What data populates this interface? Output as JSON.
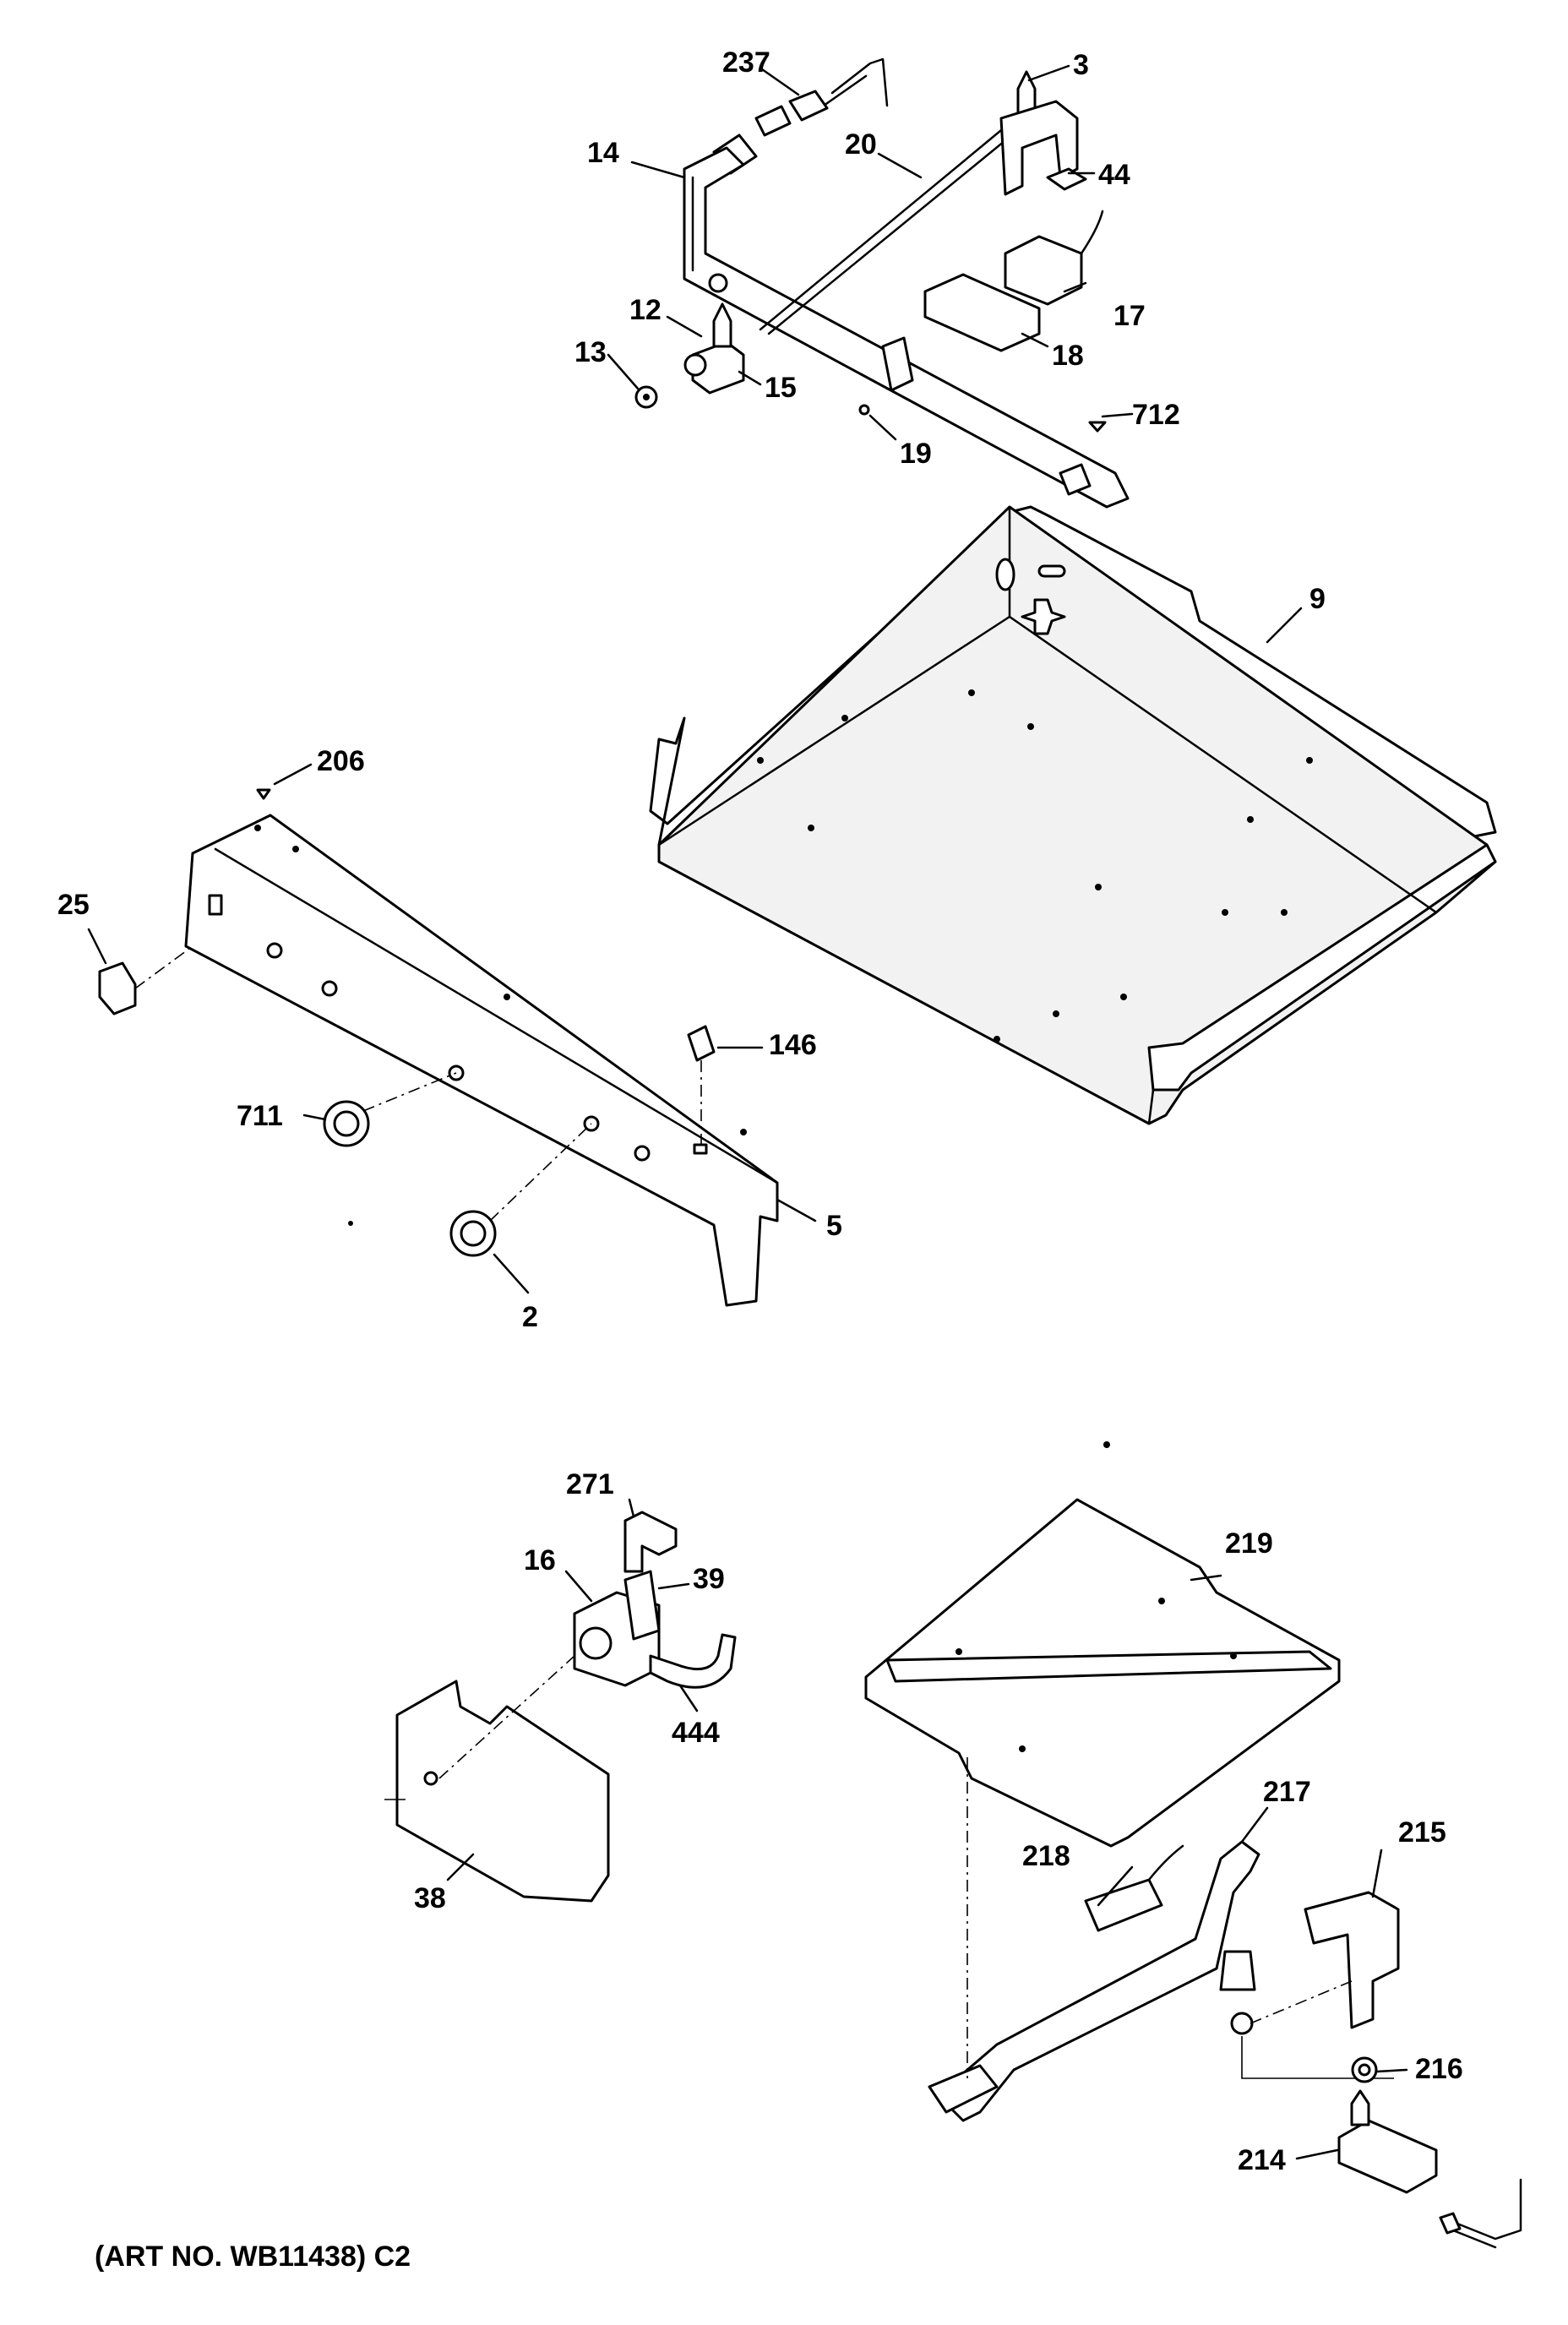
{
  "caption": "(ART NO. WB11438) C2",
  "callouts": {
    "c237": "237",
    "c3": "3",
    "c14": "14",
    "c20": "20",
    "c44": "44",
    "c17": "17",
    "c12": "12",
    "c13": "13",
    "c15": "15",
    "c18": "18",
    "c19": "19",
    "c712": "712",
    "c9": "9",
    "c206": "206",
    "c25": "25",
    "c146": "146",
    "c711": "711",
    "c5": "5",
    "c2": "2",
    "c271": "271",
    "c16": "16",
    "c39": "39",
    "c444": "444",
    "c38": "38",
    "c219": "219",
    "c217": "217",
    "c218": "218",
    "c215": "215",
    "c216": "216",
    "c214": "214"
  }
}
